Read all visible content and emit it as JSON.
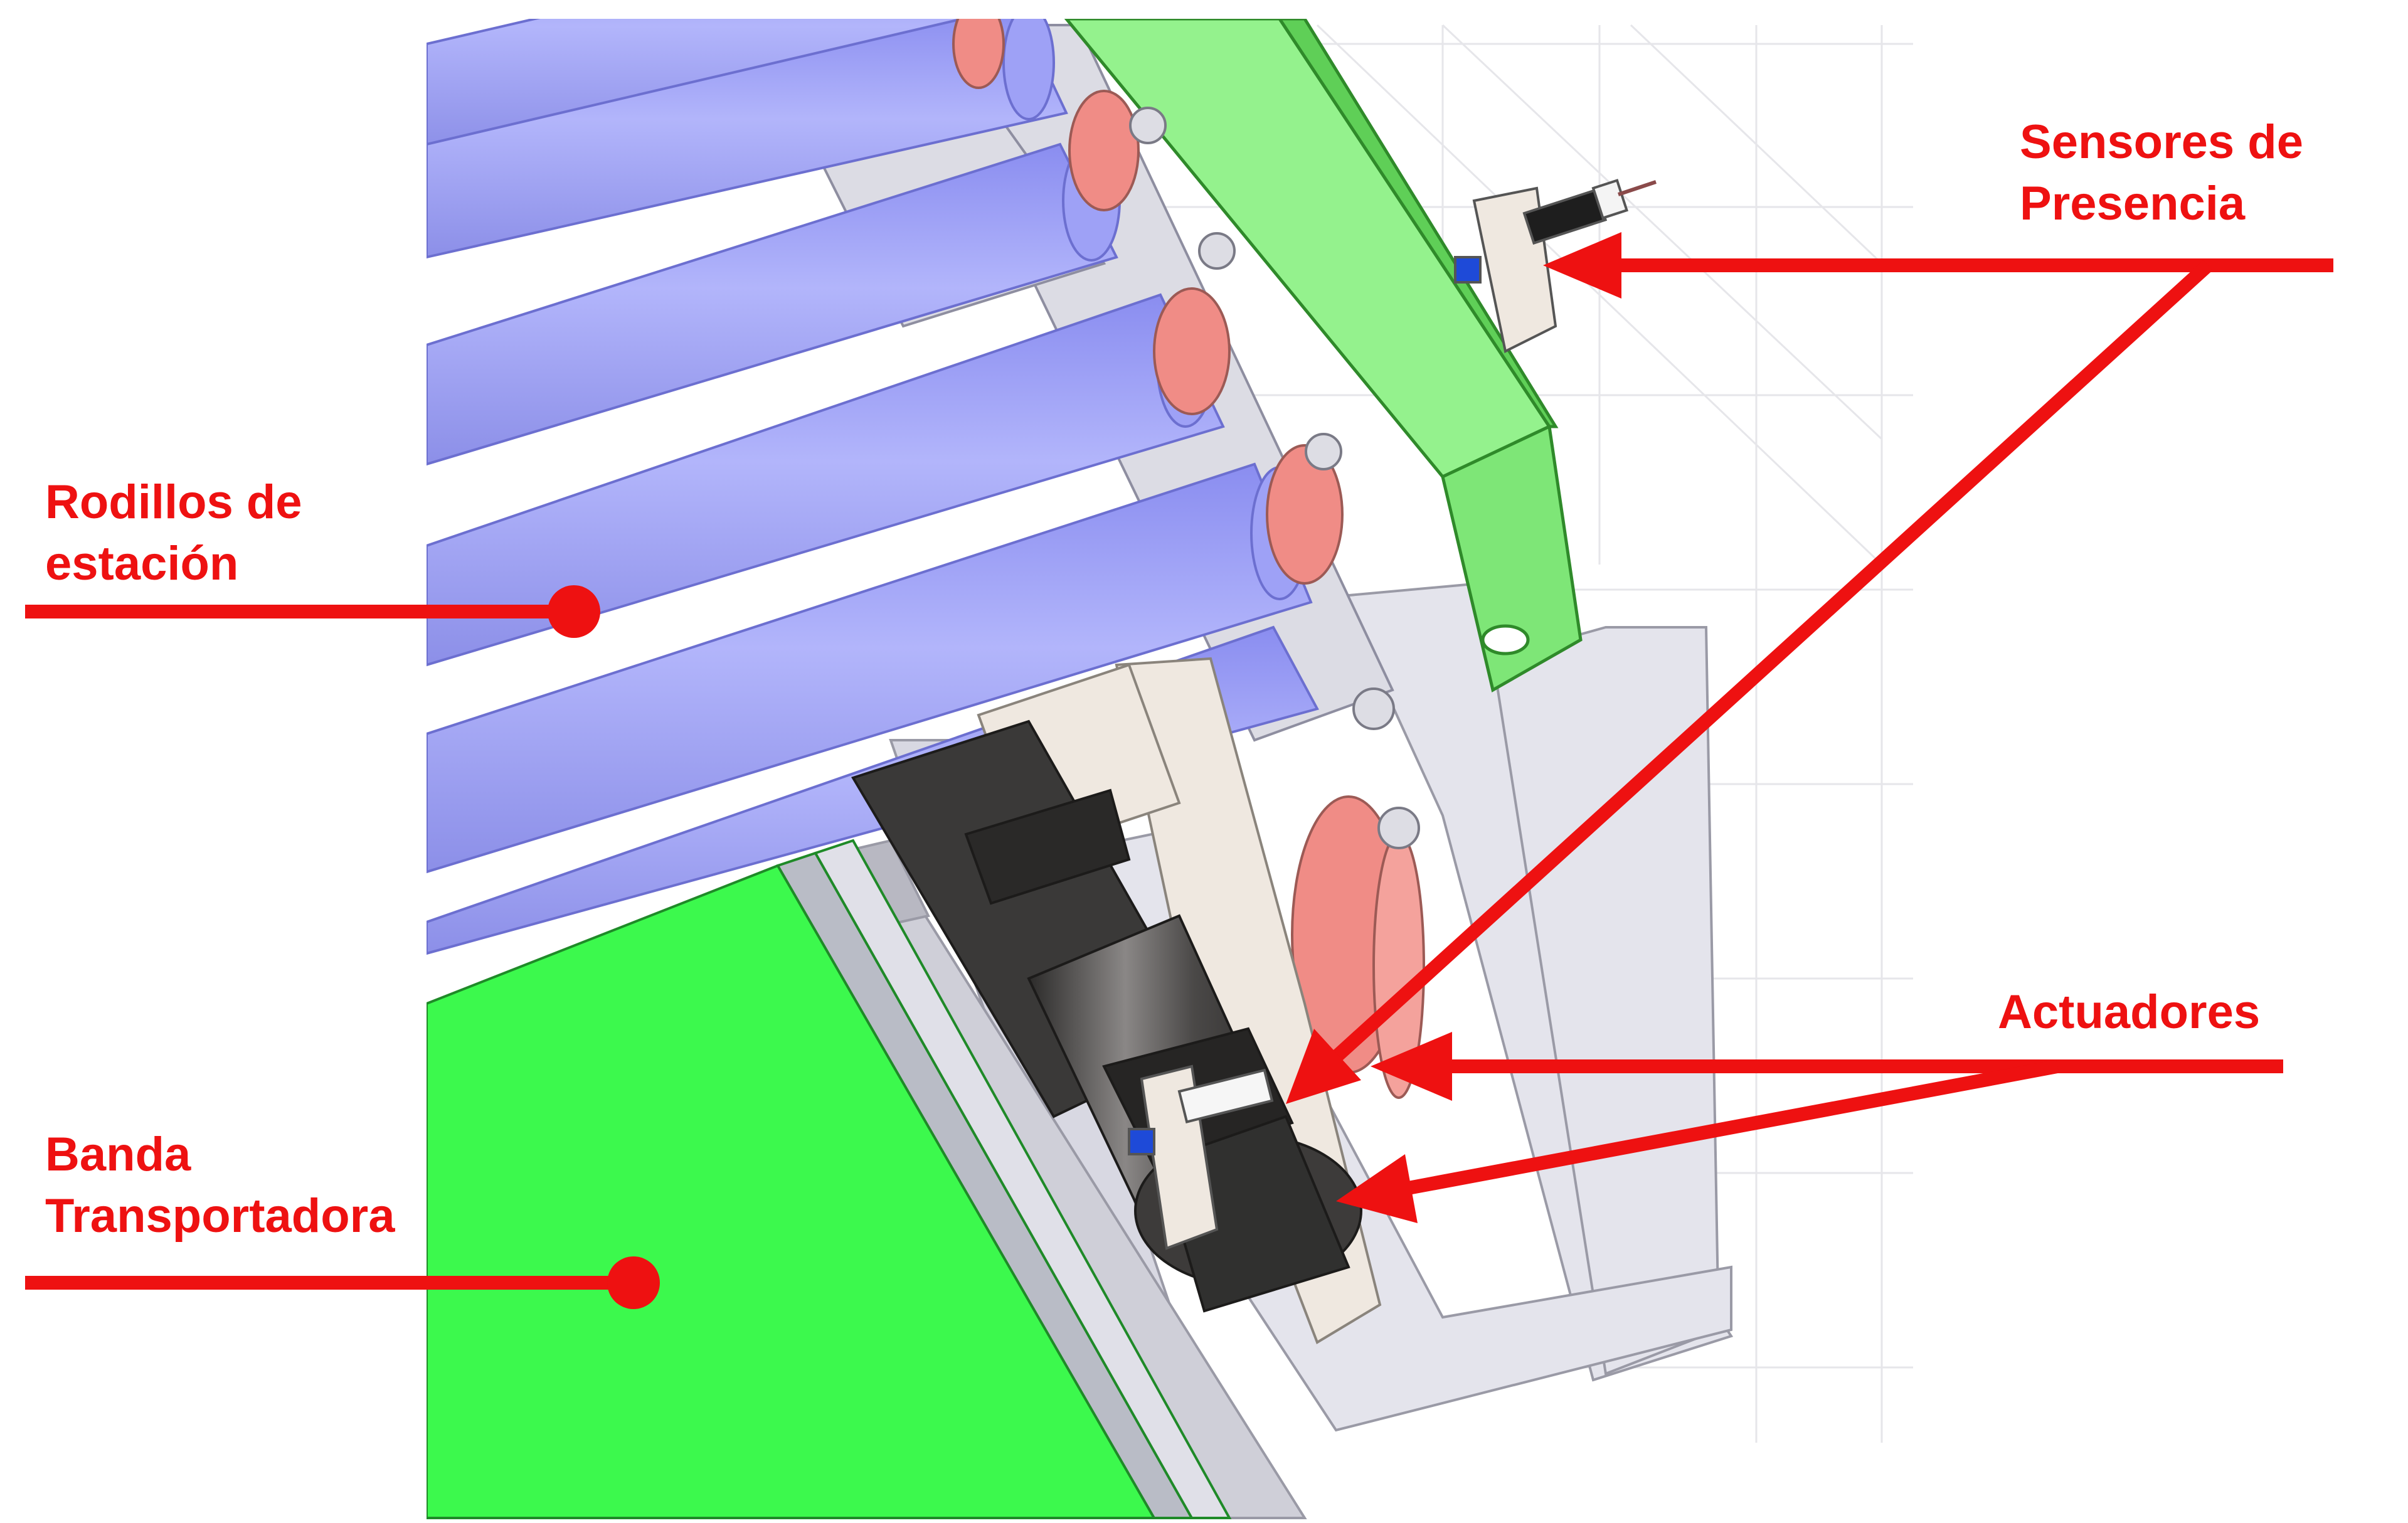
{
  "colors": {
    "annotation": "#ee1111",
    "rollers": "#a5a8f8",
    "belt": "#3cf94d",
    "guide_rail": "#8ef18a",
    "drive_wheels": "#f08c86",
    "motor": "#3d3b3a",
    "frame": "#e2e2ea"
  },
  "labels": {
    "rodillos": {
      "line1": "Rodillos de",
      "line2": "estación"
    },
    "banda": {
      "line1": "Banda",
      "line2": "Transportadora"
    },
    "sensores": {
      "line1": "Sensores de",
      "line2": "Presencia"
    },
    "actuadores": {
      "line1": "Actuadores"
    }
  }
}
